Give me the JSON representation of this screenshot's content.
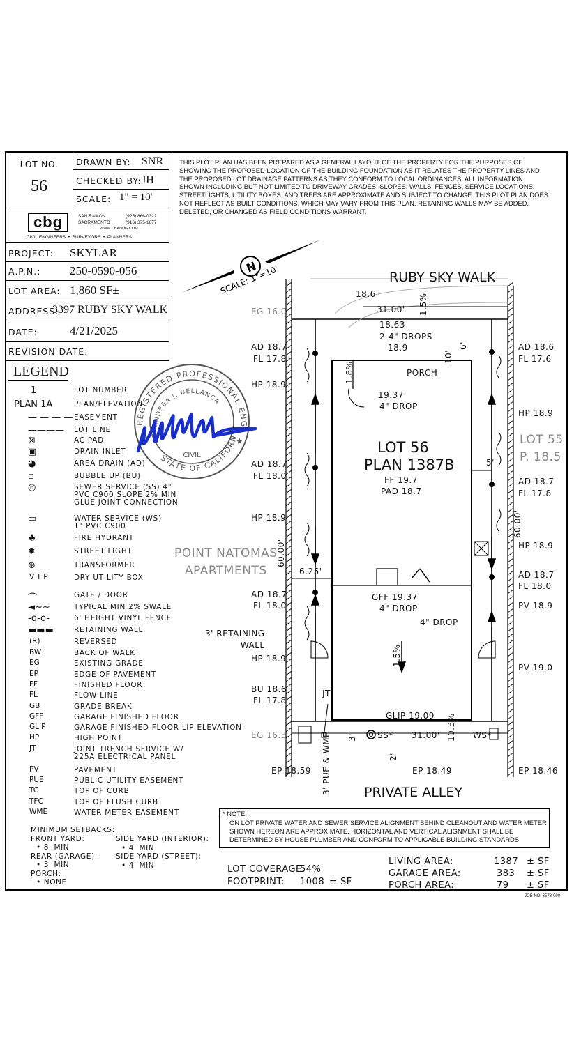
{
  "title_block": {
    "lot_no_label": "LOT NO.",
    "lot_no": "56",
    "drawn_by_label": "DRAWN BY:",
    "drawn_by": "SNR",
    "checked_by_label": "CHECKED BY:",
    "checked_by": "JH",
    "scale_label": "SCALE:",
    "scale": "1\" = 10'"
  },
  "disclaimer": "THIS PLOT PLAN HAS BEEN PREPARED AS A GENERAL LAYOUT OF THE PROPERTY FOR THE PURPOSES OF SHOWING THE PROPOSED LOCATION OF THE BUILDING FOUNDATION AS IT RELATES THE PROPERTY LINES AND THE PROPOSED LOT DRAINAGE PATTERNS AS THEY CONFORM TO LOCAL ORDINANCES. ALL INFORMATION SHOWN INCLUDING BUT NOT LIMITED TO DRIVEWAY GRADES, SLOPES, WALLS, FENCES, SERVICE LOCATIONS, STREETLIGHTS, UTILITY BOXES, AND TREES ARE APPROXIMATE AND SUBJECT TO CHANGE. THIS PLOT PLAN DOES NOT REFLECT AS-BUILT CONDITIONS, WHICH MAY VARY FROM THIS PLAN. RETAINING WALLS MAY BE ADDED, DELETED, OR CHANGED AS FIELD CONDITIONS WARRANT.",
  "company": {
    "logo": "cbg",
    "tagline": "CIVIL ENGINEERS  •  SURVEYORS  •  PLANNERS",
    "city1": "SAN RAMON",
    "phone1": "(925) 866-0322",
    "city2": "SACRAMENTO",
    "phone2": "(916) 375-1877",
    "web": "WWW.CBANDG.COM"
  },
  "project": {
    "project_label": "PROJECT:",
    "project": "SKYLAR",
    "apn_label": "A.P.N.:",
    "apn": "250-0590-056",
    "lot_area_label": "LOT AREA:",
    "lot_area": "1,860 SF±",
    "address_label": "ADDRESS:",
    "address": "3397 RUBY SKY WALK",
    "date_label": "DATE:",
    "date": "4/21/2025",
    "revision_label": "REVISION DATE:"
  },
  "stamp": {
    "text_top": "REGISTERED PROFESSIONAL ENGINEER",
    "name": "ANDREA J. BELLANCA",
    "discipline": "CIVIL",
    "state": "STATE OF CALIFORNIA"
  },
  "legend": {
    "title": "LEGEND",
    "items": [
      {
        "symbol": "1",
        "label": "LOT NUMBER"
      },
      {
        "symbol": "PLAN 1A",
        "label": "PLAN/ELEVATION"
      },
      {
        "symbol": "dash-line",
        "label": "EASEMENT"
      },
      {
        "symbol": "line",
        "label": "LOT LINE"
      },
      {
        "symbol": "ac-pad-icon",
        "label": "AC PAD"
      },
      {
        "symbol": "drain-inlet-icon",
        "label": "DRAIN INLET"
      },
      {
        "symbol": "area-drain-icon",
        "label": "AREA DRAIN (AD)"
      },
      {
        "symbol": "bubble-up-icon",
        "label": "BUBBLE UP (BU)"
      },
      {
        "symbol": "sewer-icon",
        "label": "SEWER SERVICE (SS) 4\"\nPVC C900 SLOPE 2% MIN\nGLUE JOINT CONNECTION"
      },
      {
        "symbol": "water-icon",
        "label": "WATER SERVICE (WS)\n1\" PVC C900"
      },
      {
        "symbol": "hydrant-icon",
        "label": "FIRE HYDRANT"
      },
      {
        "symbol": "streetlight-icon",
        "label": "STREET LIGHT"
      },
      {
        "symbol": "transformer-icon",
        "label": "TRANSFORMER"
      },
      {
        "symbol": "V T P",
        "label": "DRY UTILITY BOX"
      },
      {
        "symbol": "gate-icon",
        "label": "GATE / DOOR"
      },
      {
        "symbol": "swale-icon",
        "label": "TYPICAL MIN 2% SWALE"
      },
      {
        "symbol": "fence-icon",
        "label": "6' HEIGHT VINYL FENCE"
      },
      {
        "symbol": "wall-icon",
        "label": "RETAINING WALL"
      },
      {
        "symbol": "(R)",
        "label": "REVERSED"
      },
      {
        "symbol": "BW",
        "label": "BACK OF WALK"
      },
      {
        "symbol": "EG",
        "label": "EXISTING GRADE"
      },
      {
        "symbol": "EP",
        "label": "EDGE OF PAVEMENT"
      },
      {
        "symbol": "FF",
        "label": "FINISHED FLOOR"
      },
      {
        "symbol": "FL",
        "label": "FLOW LINE"
      },
      {
        "symbol": "GB",
        "label": "GRADE BREAK"
      },
      {
        "symbol": "GFF",
        "label": "GARAGE FINISHED FLOOR"
      },
      {
        "symbol": "GLIP",
        "label": "GARAGE FINISHED FLOOR LIP ELEVATION"
      },
      {
        "symbol": "HP",
        "label": "HIGH POINT"
      },
      {
        "symbol": "JT",
        "label": "JOINT TRENCH SERVICE W/\n225A ELECTRICAL PANEL"
      },
      {
        "symbol": "PV",
        "label": "PAVEMENT"
      },
      {
        "symbol": "PUE",
        "label": "PUBLIC UTILITY EASEMENT"
      },
      {
        "symbol": "TC",
        "label": "TOP OF CURB"
      },
      {
        "symbol": "TFC",
        "label": "TOP OF FLUSH CURB"
      },
      {
        "symbol": "WME",
        "label": "WATER METER EASEMENT"
      }
    ]
  },
  "setbacks": {
    "title": "MINIMUM SETBACKS:",
    "front_label": "FRONT YARD:",
    "front": "8' MIN",
    "rear_label": "REAR (GARAGE):",
    "rear": "3' MIN",
    "porch_label": "PORCH:",
    "porch": "NONE",
    "side_int_label": "SIDE YARD (INTERIOR):",
    "side_int": "4' MIN",
    "side_st_label": "SIDE YARD (STREET):",
    "side_st": "4' MIN"
  },
  "plan": {
    "north": "N",
    "scale_note": "SCALE: 1\"=10'",
    "street_top": "RUBY SKY WALK",
    "street_bottom": "PRIVATE ALLEY",
    "lot_title": "LOT 56",
    "plan_title": "PLAN 1387B",
    "ff": "FF 19.7",
    "pad": "PAD 18.7",
    "porch": "PORCH",
    "neighbor": "POINT NATOMAS\nAPARTMENTS",
    "lot55": "LOT 55",
    "lot55_p": "P. 18.5",
    "retaining": "3' RETAINING\nWALL",
    "labels": [
      "EG 16.0",
      "18.6",
      "31.00'",
      "1.5%",
      "18.63",
      "2-4\" DROPS",
      "18.9",
      "6'",
      "10'",
      "AD 18.7",
      "FL 17.8",
      "AD 18.6",
      "FL 17.6",
      "1.8%",
      "19.37",
      "4\" DROP",
      "HP 18.9",
      "HP 18.9",
      "AD 18.7",
      "FL 18.0",
      "5'",
      "AD 18.7",
      "FL 17.8",
      "HP 18.9",
      "60.00'",
      "HP 18.9",
      "60.00'",
      "6.25'",
      "AD 18.7",
      "FL 18.0",
      "AD 18.7",
      "FL 18.0",
      "GFF 19.37",
      "4\" DROP",
      "4\" DROP",
      "PV 18.9",
      "1.5%",
      "HP 18.9",
      "PV 19.0",
      "BU 18.6",
      "FL 17.8",
      "JT",
      "GLIP 19.09",
      "EG 16.3",
      "3'",
      "SS*",
      "31.00'",
      "10.3%",
      "WS*",
      "2'",
      "EP 18.59",
      "3' PUE & WME",
      "EP 18.49",
      "EP 18.46"
    ]
  },
  "note": {
    "title": "* NOTE:",
    "text": "ON LOT PRIVATE WATER AND SEWER SERVICE ALIGNMENT BEHIND CLEANOUT AND WATER METER SHOWN HEREON ARE APPROXIMATE. HORIZONTAL AND VERTICAL ALIGNMENT SHALL BE DETERMINED BY HOUSE PLUMBER AND CONFORM TO APPLICABLE BUILDING STANDARDS"
  },
  "areas": {
    "coverage_label": "LOT COVERAGE:",
    "coverage": "54%",
    "footprint_label": "FOOTPRINT:",
    "footprint": "1008",
    "footprint_unit": "± SF",
    "living_label": "LIVING AREA:",
    "living": "1387",
    "garage_label": "GARAGE AREA:",
    "garage": "383",
    "porch_label": "PORCH AREA:",
    "porch": "79",
    "unit": "± SF"
  },
  "job_no": "JOB NO. 3578-000"
}
